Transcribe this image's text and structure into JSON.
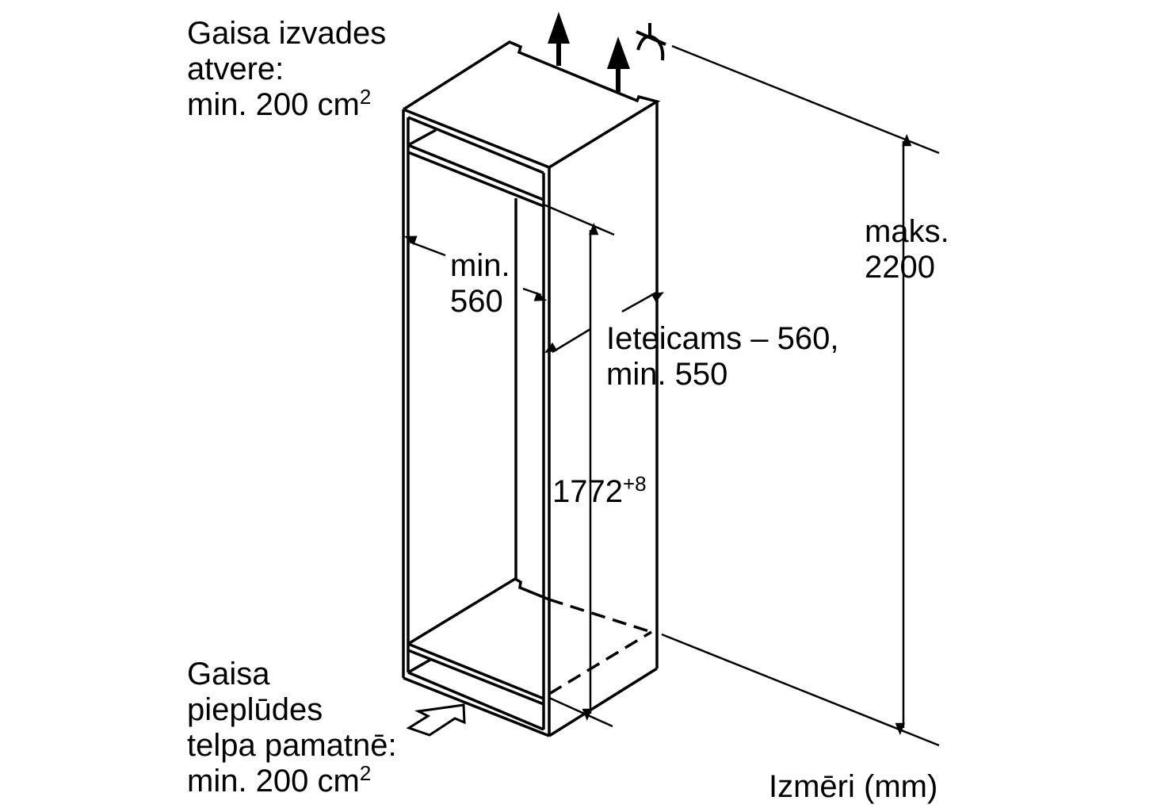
{
  "labels": {
    "air_outlet": [
      "Gaisa izvades",
      "atvere:",
      "min. 200 cm"
    ],
    "air_outlet_sup": "2",
    "air_inlet": [
      "Gaisa",
      "pieplūdes",
      "telpa pamatnē:",
      "min. 200 cm"
    ],
    "air_inlet_sup": "2",
    "width_min": [
      "min.",
      "560"
    ],
    "depth": [
      "Ieteicams – 560,",
      "min. 550"
    ],
    "niche_height": "1772",
    "niche_height_tolerance": "+8",
    "max_height": [
      "maks.",
      "2200"
    ],
    "units": "Izmēri (mm)"
  },
  "colors": {
    "line": "#000000",
    "background": "#ffffff"
  }
}
